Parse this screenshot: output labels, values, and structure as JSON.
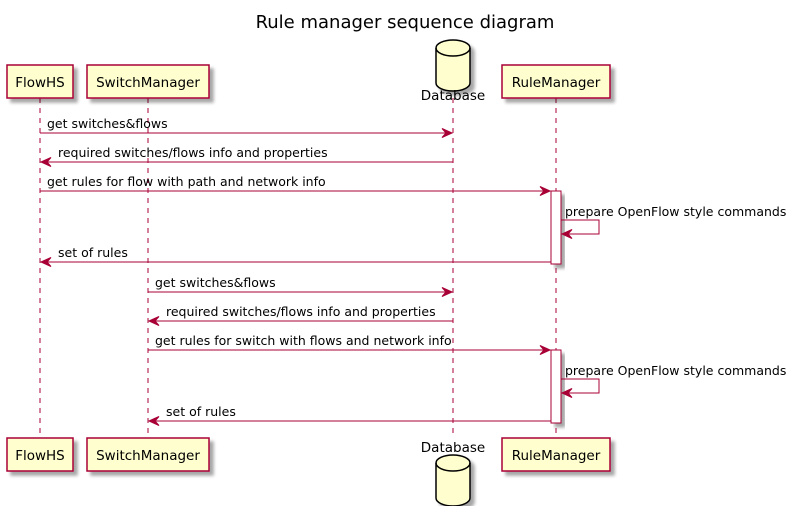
{
  "diagram": {
    "title": "Rule manager sequence diagram",
    "colors": {
      "participant_fill": "#FEFECE",
      "participant_border": "#A80036",
      "arrow": "#A80036",
      "lifeline": "#A80036",
      "text": "#000000",
      "shadow": "#C8C8C8"
    },
    "participants": [
      {
        "id": "flowhs",
        "name": "FlowHS",
        "kind": "box"
      },
      {
        "id": "switchmanager",
        "name": "SwitchManager",
        "kind": "box"
      },
      {
        "id": "database",
        "name": "Database",
        "kind": "database"
      },
      {
        "id": "rulemanager",
        "name": "RuleManager",
        "kind": "box"
      }
    ],
    "messages": [
      {
        "from": "flowhs",
        "to": "database",
        "text": "get switches&flows"
      },
      {
        "from": "database",
        "to": "flowhs",
        "text": "required switches/flows info and properties"
      },
      {
        "from": "flowhs",
        "to": "rulemanager",
        "text": "get rules for flow with path and network info"
      },
      {
        "from": "rulemanager",
        "to": "rulemanager",
        "text": "prepare OpenFlow style commands"
      },
      {
        "from": "rulemanager",
        "to": "flowhs",
        "text": "set of rules"
      },
      {
        "from": "switchmanager",
        "to": "database",
        "text": "get switches&flows"
      },
      {
        "from": "database",
        "to": "switchmanager",
        "text": "required switches/flows info and properties"
      },
      {
        "from": "switchmanager",
        "to": "rulemanager",
        "text": "get rules for switch with flows and network info"
      },
      {
        "from": "rulemanager",
        "to": "rulemanager",
        "text": "prepare OpenFlow style commands"
      },
      {
        "from": "rulemanager",
        "to": "switchmanager",
        "text": "set of rules"
      }
    ],
    "activations": [
      {
        "participant": "rulemanager",
        "from_message": 2,
        "to_message": 4
      },
      {
        "participant": "rulemanager",
        "from_message": 7,
        "to_message": 9
      }
    ]
  }
}
